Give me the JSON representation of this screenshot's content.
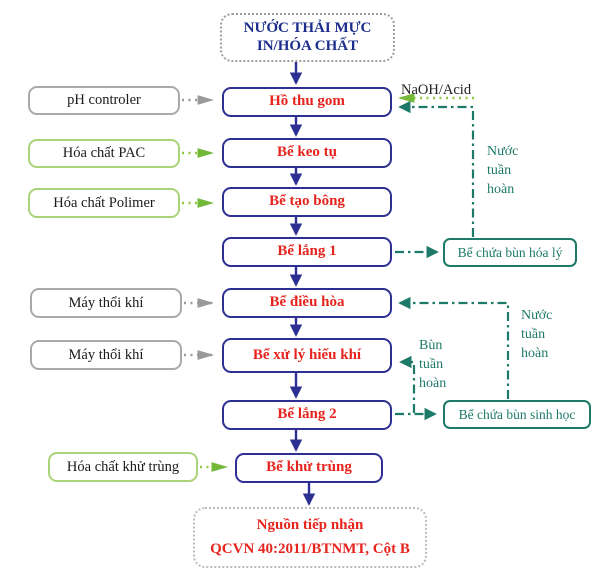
{
  "diagram": {
    "source": {
      "line1": "NƯỚC THẢI MỰC",
      "line2": "IN/HÓA CHẤT"
    },
    "flow": {
      "boxes": [
        {
          "label": "Hồ thu gom"
        },
        {
          "label": "Bể keo tụ"
        },
        {
          "label": "Bể tạo bông"
        },
        {
          "label": "Bể lắng 1"
        },
        {
          "label": "Bể điều hòa"
        },
        {
          "label": "Bể xử lý hiếu khí"
        },
        {
          "label": "Bể lắng 2"
        },
        {
          "label": "Bể khử trùng"
        }
      ]
    },
    "inputs": [
      {
        "label": "pH controler",
        "type": "equipment"
      },
      {
        "label": "Hóa chất PAC",
        "type": "chemical"
      },
      {
        "label": "Hóa chất Polimer",
        "type": "chemical"
      },
      {
        "label": "Máy thổi khí",
        "type": "equipment"
      },
      {
        "label": "Máy thổi khí",
        "type": "equipment"
      },
      {
        "label": "Hóa chất khử trùng",
        "type": "chemical"
      }
    ],
    "sludge": [
      {
        "label": "Bể chứa bùn hóa lý"
      },
      {
        "label": "Bể chứa bùn sinh học"
      }
    ],
    "annotations": {
      "naoh_acid": "NaOH/Acid",
      "nuoc_tuan_hoan_1": "Nước tuần hoàn",
      "nuoc_tuan_hoan_2": "Nước tuần hoàn",
      "bun_tuan_hoan": "Bùn tuần hoàn"
    },
    "outlet": {
      "line1": "Nguồn tiếp nhận",
      "line2": "QCVN 40:2011/BTNMT, Cột B"
    },
    "colors": {
      "process_border": "#2d2f92",
      "process_text": "#e6241d",
      "source_text": "#1c2d8c",
      "chemical_border": "#a9d479",
      "equipment_border": "#a9a9a9",
      "sludge_teal": "#1e7a68",
      "dotted_green_arrow": "#93c441",
      "dotted_gray_arrow": "#9a9a9a"
    }
  }
}
